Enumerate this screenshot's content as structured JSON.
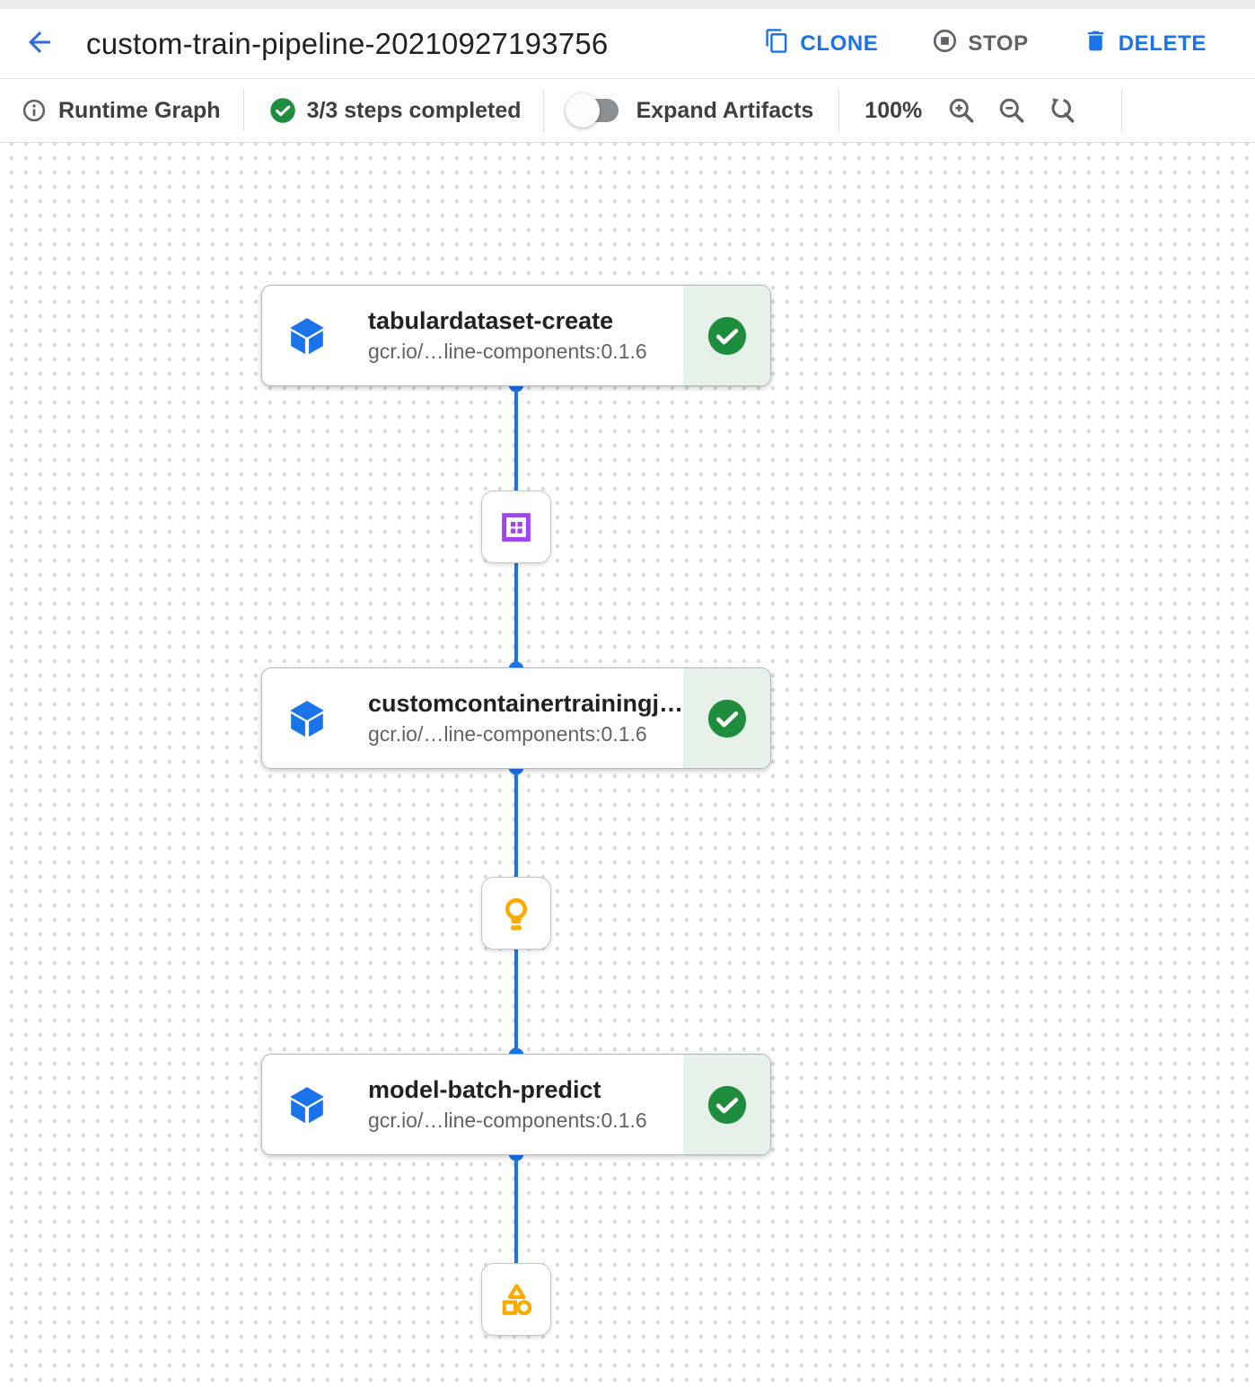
{
  "header": {
    "title": "custom-train-pipeline-20210927193756",
    "actions": [
      {
        "name": "clone",
        "label": "CLONE"
      },
      {
        "name": "stop",
        "label": "STOP"
      },
      {
        "name": "delete",
        "label": "DELETE"
      }
    ]
  },
  "toolbar": {
    "view_label": "Runtime Graph",
    "steps_status": "3/3 steps completed",
    "expand_artifacts_label": "Expand Artifacts",
    "expand_artifacts_state": "off",
    "zoom_level": "100%"
  },
  "graph": {
    "nodes": [
      {
        "title": "tabulardataset-create",
        "subtitle": "gcr.io/…line-components:0.1.6",
        "status": "completed"
      },
      {
        "title": "customcontainertrainingj…",
        "subtitle": "gcr.io/…line-components:0.1.6",
        "status": "completed"
      },
      {
        "title": "model-batch-predict",
        "subtitle": "gcr.io/…line-components:0.1.6",
        "status": "completed"
      }
    ],
    "artifacts": [
      {
        "icon": "dataset-icon",
        "color": "#a142f4"
      },
      {
        "icon": "lightbulb-icon",
        "color": "#f9ab00"
      },
      {
        "icon": "shapes-icon",
        "color": "#f9ab00"
      }
    ]
  },
  "colors": {
    "accent_blue": "#1a73e8",
    "success_green": "#1e8e3e",
    "success_bg": "#e7f1ea",
    "artifact_purple": "#a142f4",
    "artifact_yellow": "#f9ab00",
    "icon_gray": "#5f6368"
  }
}
